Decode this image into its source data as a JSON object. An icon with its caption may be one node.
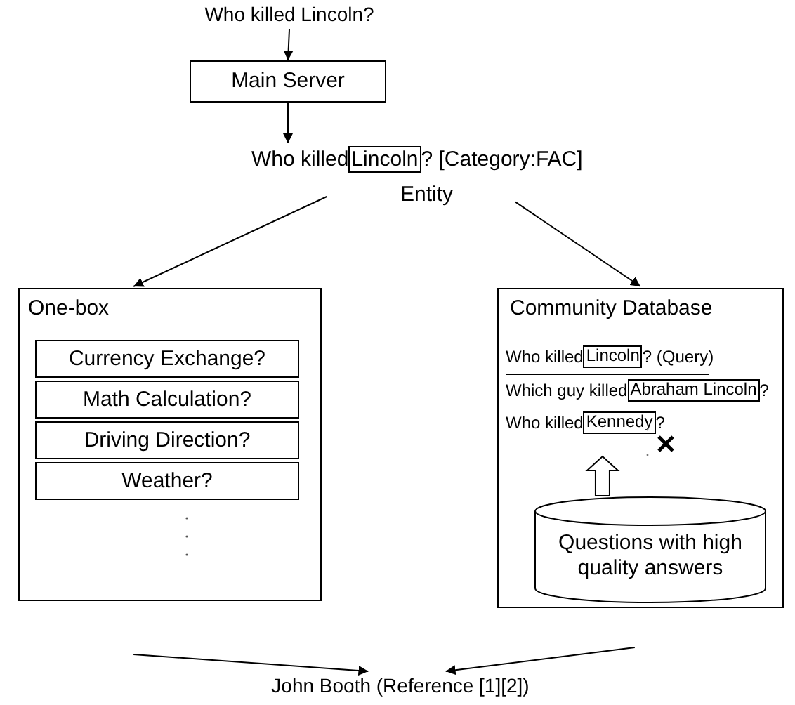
{
  "diagram": {
    "nodes": [
      {
        "text": [
          "Who killed Lincoln?"
        ]
      },
      {
        "text": [
          "Main Server"
        ]
      },
      {
        "text": [
          "Who killed",
          "Lincoln",
          "?  [Category:FAC]",
          "Entity"
        ]
      },
      {
        "text": [
          "One-box"
        ]
      },
      {
        "text": [
          "Currency Exchange?"
        ],
        "in": 3
      },
      {
        "text": [
          "Math Calculation?"
        ],
        "in": 3
      },
      {
        "text": [
          "Driving Direction?"
        ],
        "in": 3
      },
      {
        "text": [
          "Weather?"
        ],
        "in": 3
      },
      {
        "text": [
          "Community Database",
          "Who killed",
          "Lincoln",
          "? (Query)",
          "Which guy killed",
          "Abraham Lincoln",
          "?",
          "Who killed",
          "Kennedy",
          "?"
        ]
      },
      {
        "text": [
          "Questions with high quality answers"
        ],
        "in": 8
      },
      {
        "text": [
          "John Booth (Reference [1][2])"
        ]
      }
    ],
    "edges": [
      {
        "from": 0,
        "to": 1,
        "arrow": "to"
      },
      {
        "from": 1,
        "to": 2,
        "arrow": "to"
      },
      {
        "from": 2,
        "to": 3,
        "arrow": "to"
      },
      {
        "from": 2,
        "to": 8,
        "arrow": "to"
      },
      {
        "from": 3,
        "to": 10,
        "arrow": "to"
      },
      {
        "from": 8,
        "to": 10,
        "arrow": "to"
      },
      {
        "from": 9,
        "to": null,
        "arrow": "to"
      }
    ]
  }
}
